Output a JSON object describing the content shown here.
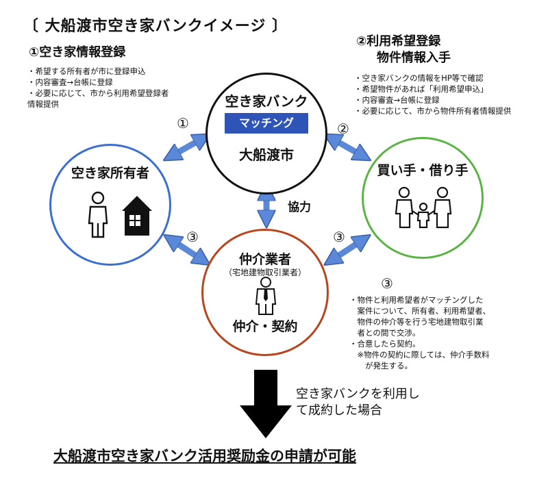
{
  "title": "〔 大船渡市空き家バンクイメージ 〕",
  "step1": {
    "heading": "①空き家情報登録",
    "notes": [
      "・希望する所有者が市に登録申込",
      "・内容審査→台帳に登録",
      "・必要に応じて、市から利用希望登録者",
      "情報提供"
    ]
  },
  "step2": {
    "heading_line1": "②利用希望登録",
    "heading_line2": "物件情報入手",
    "notes": [
      "・空き家バンクの情報をHP等で確認",
      "・希望物件があれば「利用希望申込」",
      "・内容審査→台帳に登録",
      "・必要に応じて、市から物件所有者情報提供"
    ]
  },
  "bank": {
    "label": "空き家バンク",
    "badge": "マッチング",
    "city": "大船渡市"
  },
  "owner": {
    "label": "空き家所有者"
  },
  "buyer": {
    "label": "買い手・借り手"
  },
  "broker": {
    "label": "仲介業者",
    "sub": "（宅地建物取引業者）",
    "action": "仲介・契約"
  },
  "markers": {
    "one": "①",
    "two": "②",
    "three": "③"
  },
  "cooperation": "協力",
  "step3": {
    "notes": [
      "・物件と利用希望者がマッチングした",
      "　案件について、所有者、利用希望者、",
      "　物件の仲介等を行う宅地建物取引業",
      "　者との間で交渉。",
      "・合意したら契約。",
      "　※物件の契約に際しては、仲介手数料",
      "　　が発生する。"
    ]
  },
  "result": {
    "line1": "空き家バンクを利用し",
    "line2": "て成約した場合"
  },
  "footer": "大船渡市空き家バンク活用奨励金の申請が可能",
  "colors": {
    "bank": "#111111",
    "owner": "#3a6fd1",
    "buyer": "#5ab443",
    "broker": "#b8451e",
    "arrow": "#5b88d8",
    "badge": "#2f54b8"
  }
}
